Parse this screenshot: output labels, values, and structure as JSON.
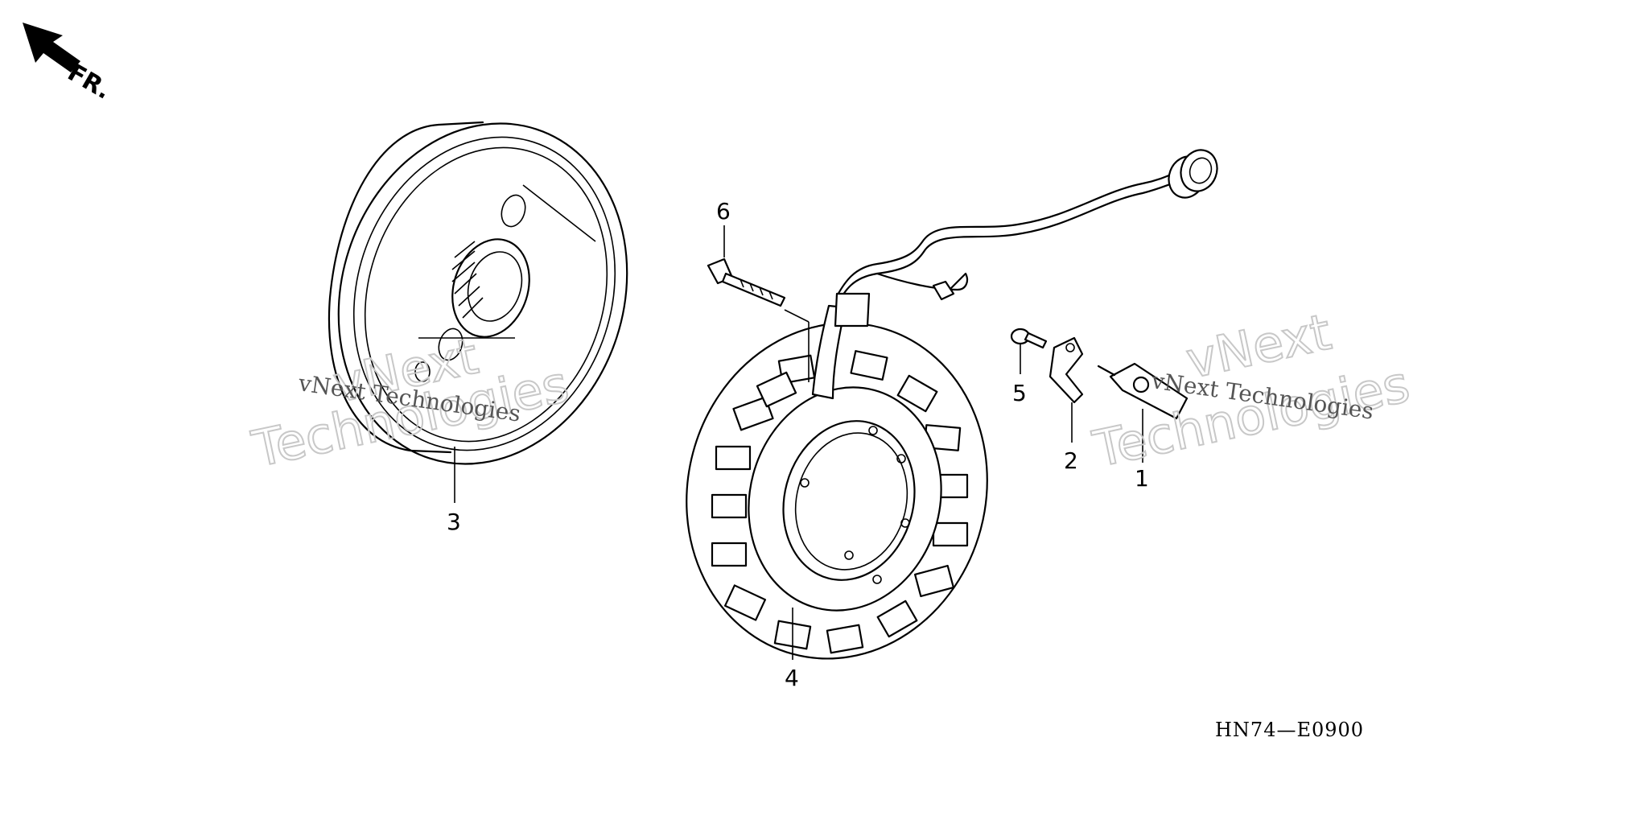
{
  "direction_label": "FR.",
  "drawing_code": "HN74—E0900",
  "callouts": [
    "1",
    "2",
    "3",
    "4",
    "5",
    "6"
  ],
  "watermark": {
    "line_small": "vNext Technologies",
    "line_big_1": "vNext",
    "line_big_2": "Technologies"
  },
  "icons": {
    "direction_arrow": "front-direction-arrow-icon"
  }
}
